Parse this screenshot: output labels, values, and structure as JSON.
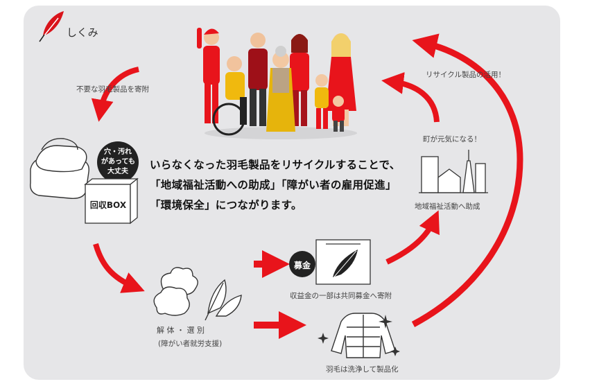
{
  "header": {
    "title": "しくみ"
  },
  "message": {
    "line1": "いらなくなった羽毛製品をリサイクルすることで、",
    "line2": "「地域福祉活動への助成」「障がい者の雇用促進」",
    "line3": "「環境保全」につながります。"
  },
  "steps": {
    "donate": "不要な羽毛製品を寄附",
    "badge_line1": "穴・汚れ",
    "badge_line2": "があっても",
    "badge_line3": "大丈夫",
    "box": "回収BOX",
    "dismantle": "解 体 ・ 選 別",
    "support": "(障がい者就労支援)",
    "fund_badge": "募金",
    "fund_note": "収益金の一部は共同募金へ寄附",
    "wash": "羽毛は洗浄して製品化",
    "welfare": "地域福祉活動へ助成",
    "town": "町が元気になる！",
    "reuse": "リサイクル製品の活用！"
  },
  "colors": {
    "accent": "#e8141b",
    "panel": "#e6e6e8",
    "text": "#222222"
  }
}
